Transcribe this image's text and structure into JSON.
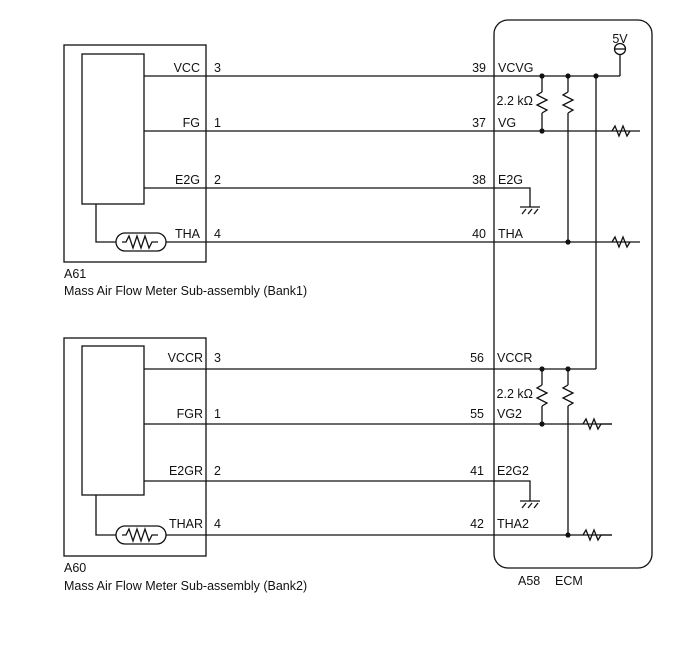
{
  "sensor_bank1": {
    "connector": "A61",
    "name": "Mass Air Flow Meter Sub-assembly (Bank1)",
    "pins": [
      {
        "label": "VCC",
        "number": "3"
      },
      {
        "label": "FG",
        "number": "1"
      },
      {
        "label": "E2G",
        "number": "2"
      },
      {
        "label": "THA",
        "number": "4"
      }
    ]
  },
  "sensor_bank2": {
    "connector": "A60",
    "name": "Mass Air Flow Meter Sub-assembly (Bank2)",
    "pins": [
      {
        "label": "VCCR",
        "number": "3"
      },
      {
        "label": "FGR",
        "number": "1"
      },
      {
        "label": "E2GR",
        "number": "2"
      },
      {
        "label": "THAR",
        "number": "4"
      }
    ]
  },
  "ecm": {
    "connector": "A58",
    "name": "ECM",
    "supply": "5V",
    "resistor_value": "2.2 kΩ",
    "bank1_pins": [
      {
        "number": "39",
        "label": "VCVG"
      },
      {
        "number": "37",
        "label": "VG"
      },
      {
        "number": "38",
        "label": "E2G"
      },
      {
        "number": "40",
        "label": "THA"
      }
    ],
    "bank2_pins": [
      {
        "number": "56",
        "label": "VCCR"
      },
      {
        "number": "55",
        "label": "VG2"
      },
      {
        "number": "41",
        "label": "E2G2"
      },
      {
        "number": "42",
        "label": "THA2"
      }
    ]
  }
}
